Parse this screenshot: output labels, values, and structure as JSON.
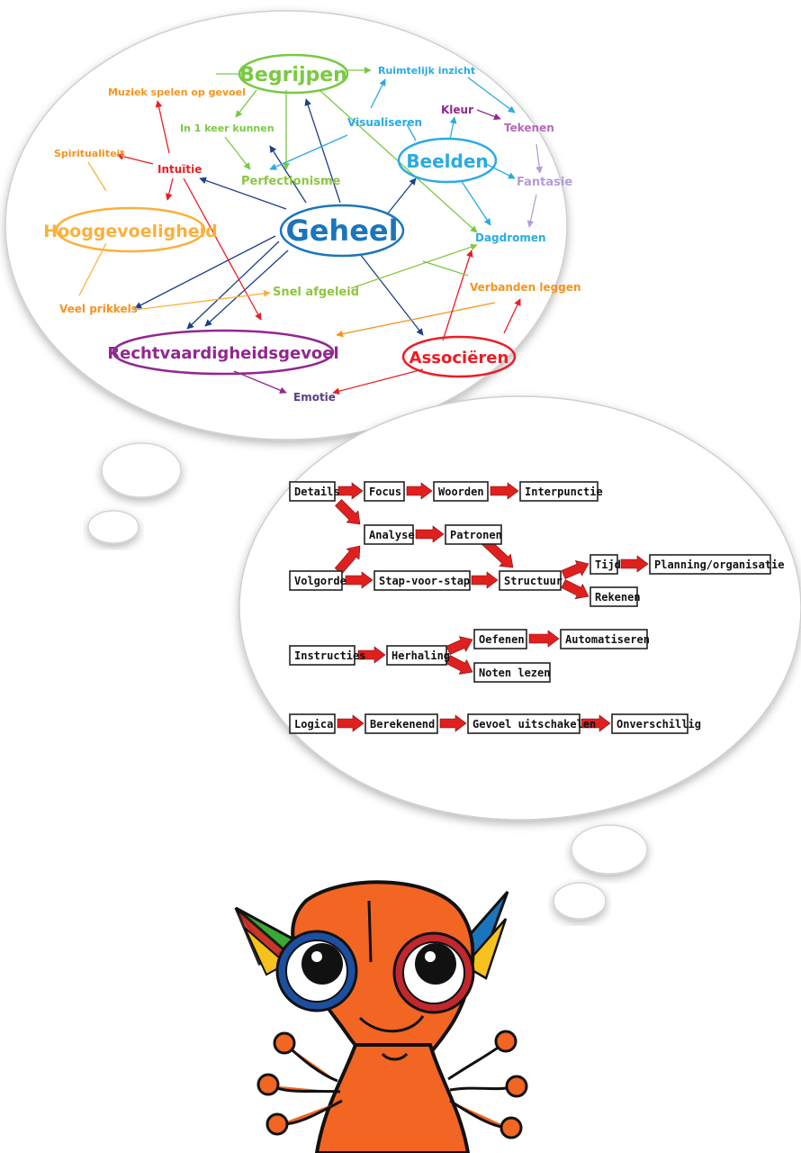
{
  "mindmap": {
    "nodes": {
      "begrijpen": "Begrijpen",
      "ruimtelijk": "Ruimtelijk inzicht",
      "muziek": "Muziek spelen op gevoel",
      "in1keer": "In 1 keer kunnen",
      "visualiseren": "Visualiseren",
      "kleur": "Kleur",
      "tekenen": "Tekenen",
      "spiritualiteit": "Spiritualiteit",
      "intuitie": "Intuïtie",
      "perfectionisme": "Perfectionisme",
      "beelden": "Beelden",
      "fantasie": "Fantasie",
      "hooggevoeligheid": "Hooggevoeligheid",
      "geheel": "Geheel",
      "dagdromen": "Dagdromen",
      "snel": "Snel afgeleid",
      "verbanden": "Verbanden leggen",
      "veel": "Veel prikkels",
      "recht": "Rechtvaardigheidsgevoel",
      "associeren": "Associëren",
      "emotie": "Emotie"
    },
    "colors": {
      "green": "#7ac943",
      "cyan": "#29abe2",
      "blue": "#1b75bc",
      "orange": "#f7931e",
      "red": "#ed1c24",
      "yellow": "#fbb03b",
      "purple": "#92278f",
      "lavender": "#b39ddb",
      "navy": "#1b3f8b",
      "lime": "#8cc63f"
    }
  },
  "flow": {
    "details": "Details",
    "focus": "Focus",
    "woorden": "Woorden",
    "interpunctie": "Interpunctie",
    "analyse": "Analyse",
    "patronen": "Patronen",
    "volgorde": "Volgorde",
    "stap": "Stap-voor-stap",
    "structuur": "Structuur",
    "tijd": "Tijd",
    "planning": "Planning/organisatie",
    "rekenen": "Rekenen",
    "instructies": "Instructies",
    "herhaling": "Herhaling",
    "oefenen": "Oefenen",
    "automatiseren": "Automatiseren",
    "noten": "Noten lezen",
    "logica": "Logica",
    "berekenend": "Berekenend",
    "gevoel": "Gevoel uitschakelen",
    "onverschillig": "Onverschillig",
    "arrow_color": "#e0201e"
  },
  "mascot": {
    "body_color": "#f26522",
    "left_ring_color": "#1c4fa0",
    "right_ring_color": "#c1272d"
  }
}
